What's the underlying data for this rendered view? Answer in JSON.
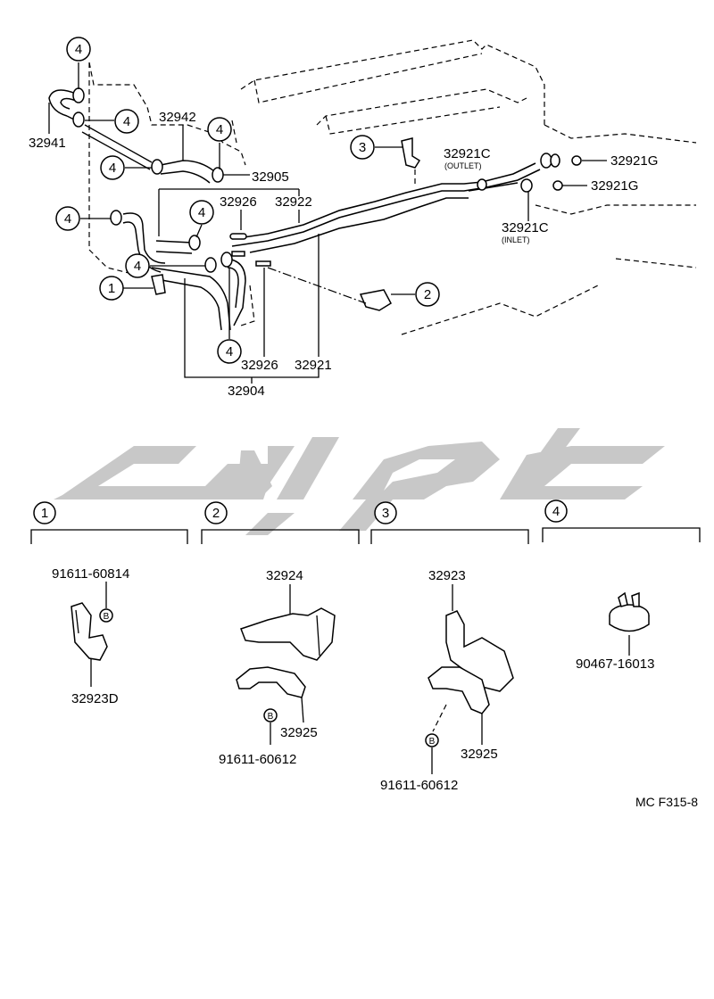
{
  "upper_labels": {
    "p32941": "32941",
    "p32942": "32942",
    "p32905": "32905",
    "p32926_top": "32926",
    "p32922": "32922",
    "p32926_bottom": "32926",
    "p32921": "32921",
    "p32904": "32904",
    "p32921c_outlet": "32921C",
    "outlet": "(OUTLET)",
    "p32921g_top": "32921G",
    "p32921g_bottom": "32921G",
    "p32921c_inlet": "32921C",
    "inlet": "(INLET)"
  },
  "callouts": {
    "c1": "1",
    "c2": "2",
    "c3": "3",
    "c4": "4"
  },
  "groups": {
    "g1": {
      "index": "1",
      "bolt": "91611-60814",
      "part": "32923D",
      "bolt_mark": "B"
    },
    "g2": {
      "index": "2",
      "part_top": "32924",
      "part_bottom": "32925",
      "bolt": "91611-60612",
      "bolt_mark": "B"
    },
    "g3": {
      "index": "3",
      "part_top": "32923",
      "part_bottom": "32925",
      "bolt": "91611-60612",
      "bolt_mark": "B"
    },
    "g4": {
      "index": "4",
      "part": "90467-16013"
    }
  },
  "figure_code": "MC F315-8",
  "colors": {
    "line": "#000000",
    "watermark": "#c8c8c8"
  }
}
